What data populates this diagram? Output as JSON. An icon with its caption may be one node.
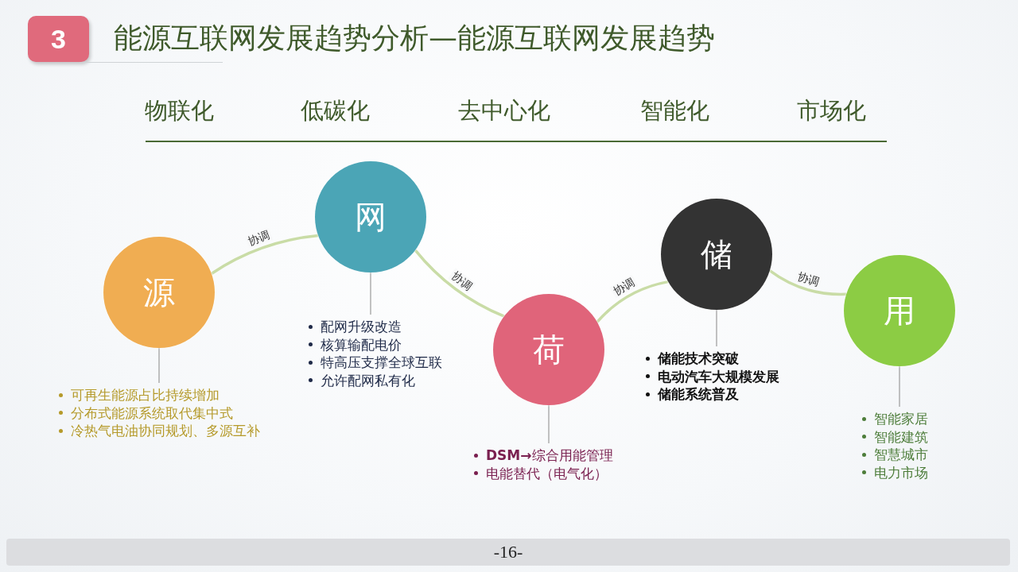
{
  "diagram": {
    "title": "能源互联网发展趋势分析—能源互联网发展趋势",
    "nodes": [
      {
        "text": [
          "源"
        ]
      },
      {
        "text": [
          "可再生能源占比持续增加",
          "分布式能源系统取代集中式",
          "冷热气电油协同规划、多源互补"
        ]
      },
      {
        "text": [
          "网"
        ]
      },
      {
        "text": [
          "配网升级改造",
          "核算输配电价",
          "特高压支撑全球互联",
          "允许配网私有化"
        ]
      },
      {
        "text": [
          "荷"
        ]
      },
      {
        "text": [
          "**DSM→**综合用能管理",
          "电能替代（电气化）"
        ]
      },
      {
        "text": [
          "储"
        ]
      },
      {
        "text": [
          "储能技术突破",
          "电动汽车大规模发展",
          "储能系统普及"
        ]
      },
      {
        "text": [
          "用"
        ]
      },
      {
        "text": [
          "智能家居",
          "智能建筑",
          "智慧城市",
          "电力市场"
        ]
      }
    ],
    "edges": [
      {
        "from": 0,
        "to": 2,
        "arrow": "none",
        "label": "协调",
        "style": "thick",
        "color": "#c9dca6"
      },
      {
        "from": 2,
        "to": 4,
        "arrow": "none",
        "label": "协调",
        "style": "thick",
        "color": "#c9dca6"
      },
      {
        "from": 4,
        "to": 6,
        "arrow": "none",
        "label": "协调",
        "style": "thick",
        "color": "#c9dca6"
      },
      {
        "from": 6,
        "to": 8,
        "arrow": "none",
        "label": "协调",
        "style": "thick",
        "color": "#c9dca6"
      },
      {
        "from": 0,
        "to": 1,
        "arrow": "none"
      },
      {
        "from": 2,
        "to": 3,
        "arrow": "none"
      },
      {
        "from": 4,
        "to": 5,
        "arrow": "none"
      },
      {
        "from": 6,
        "to": 7,
        "arrow": "none"
      },
      {
        "from": 8,
        "to": 9,
        "arrow": "none"
      }
    ],
    "labels": [
      "3",
      "物联化",
      "低碳化",
      "去中心化",
      "智能化",
      "市场化",
      "-16-"
    ]
  }
}
